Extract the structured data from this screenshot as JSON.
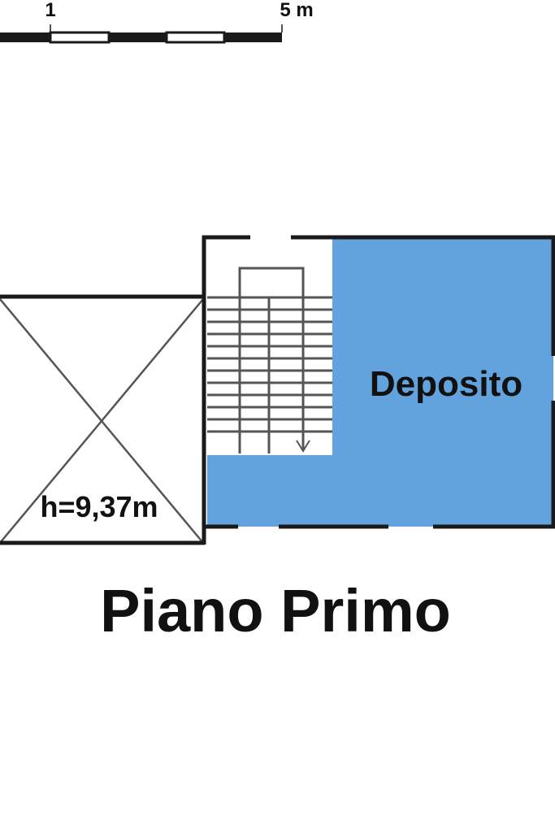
{
  "scale_bar": {
    "label_start": "1",
    "label_end": "5 m"
  },
  "rooms": {
    "deposito": {
      "label": "Deposito",
      "fill_color": "#62a3de"
    },
    "void": {
      "label": "h=9,37m"
    }
  },
  "floor": {
    "title": "Piano Primo"
  },
  "colors": {
    "wall": "#1a1a1a",
    "stair_line": "#555555",
    "room_fill": "#62a3de"
  }
}
